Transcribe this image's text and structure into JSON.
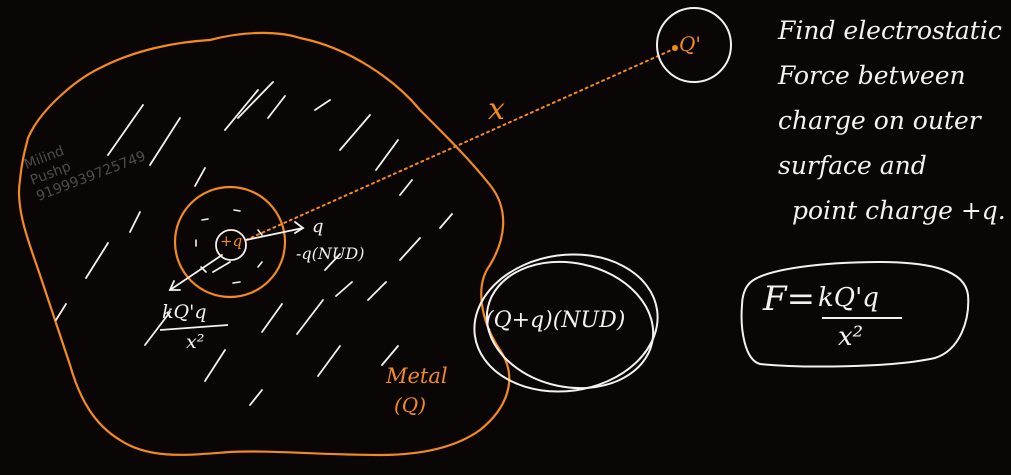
{
  "question": {
    "lines": [
      "Find electrostatic",
      "Force between",
      "charge on outer",
      "surface and",
      "point charge +q."
    ]
  },
  "watermark": {
    "lines": [
      "Milind",
      "Pushp",
      "9199939725749"
    ]
  },
  "labels": {
    "distance": "x",
    "point_charge_outside": "Q'",
    "inner_charge": "+q",
    "inner_charge_side": "q",
    "induced_inner": "-q(NUD)",
    "metal": "Metal",
    "metal_charge": "(Q)",
    "outer_surface_charge": "(Q+q)(NUD)",
    "force_numerator": "kQ'q",
    "force_denominator": "x²"
  },
  "answer": {
    "lhs": "F=",
    "numerator": "kQ'q",
    "denominator": "x²"
  },
  "colors": {
    "background": "#0b0606",
    "ink_white": "#f4f1ee",
    "ink_orange": "#f28a1d"
  }
}
